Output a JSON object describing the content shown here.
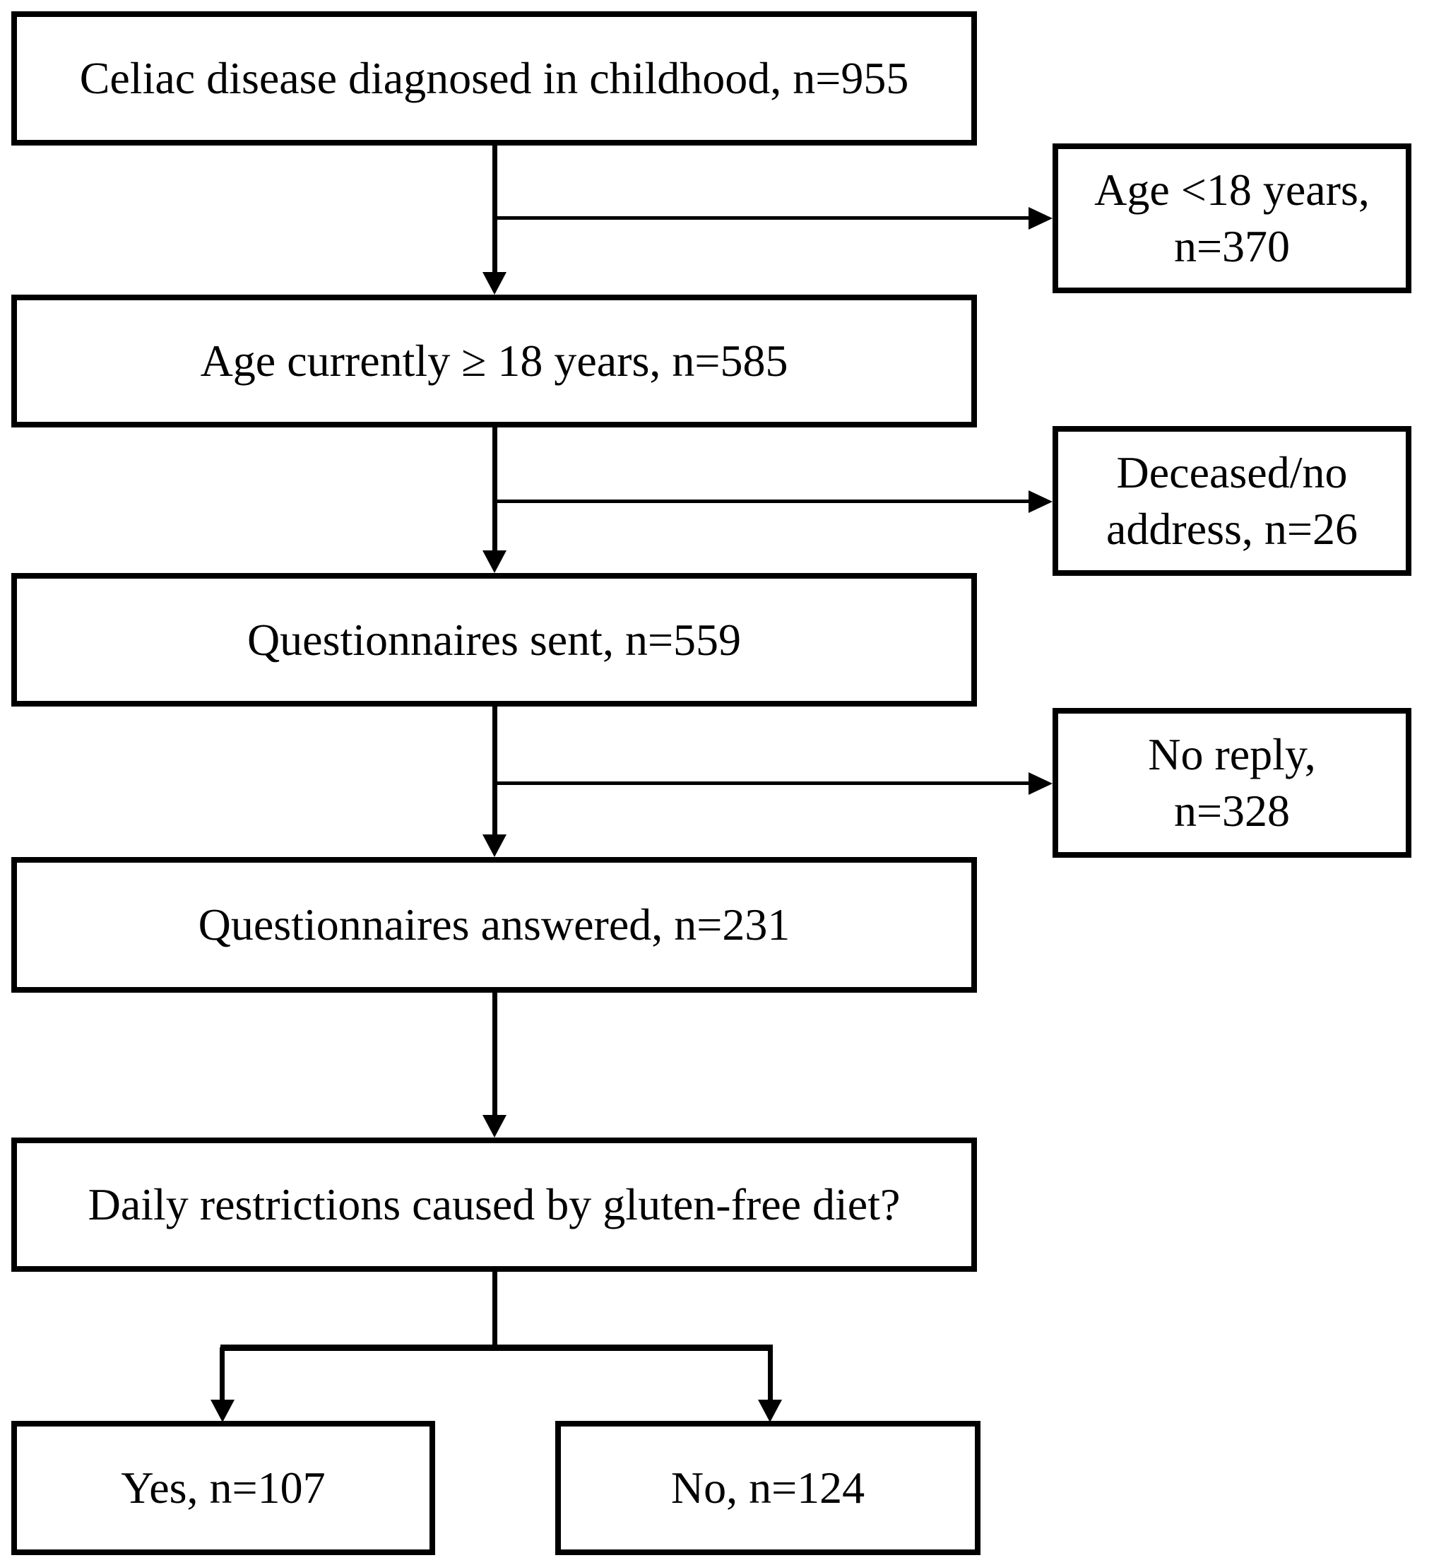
{
  "flowchart": {
    "main": {
      "box1": "Celiac disease diagnosed in childhood, n=955",
      "box2": "Age currently ≥ 18 years, n=585",
      "box3": "Questionnaires sent, n=559",
      "box4": "Questionnaires answered, n=231",
      "box5": "Daily restrictions caused by gluten-free diet?"
    },
    "exclusions": {
      "under18": {
        "line1": "Age <18 years,",
        "line2": "n=370"
      },
      "deceased": {
        "line1": "Deceased/no",
        "line2": "address, n=26"
      },
      "noreply": {
        "line1": "No reply,",
        "line2": "n=328"
      }
    },
    "outcomes": {
      "yes": "Yes, n=107",
      "no": "No, n=124"
    },
    "colors": {
      "line": "#000000",
      "box_border": "#000000",
      "box_fill": "#ffffff",
      "text": "#000000",
      "background": "#ffffff"
    }
  }
}
